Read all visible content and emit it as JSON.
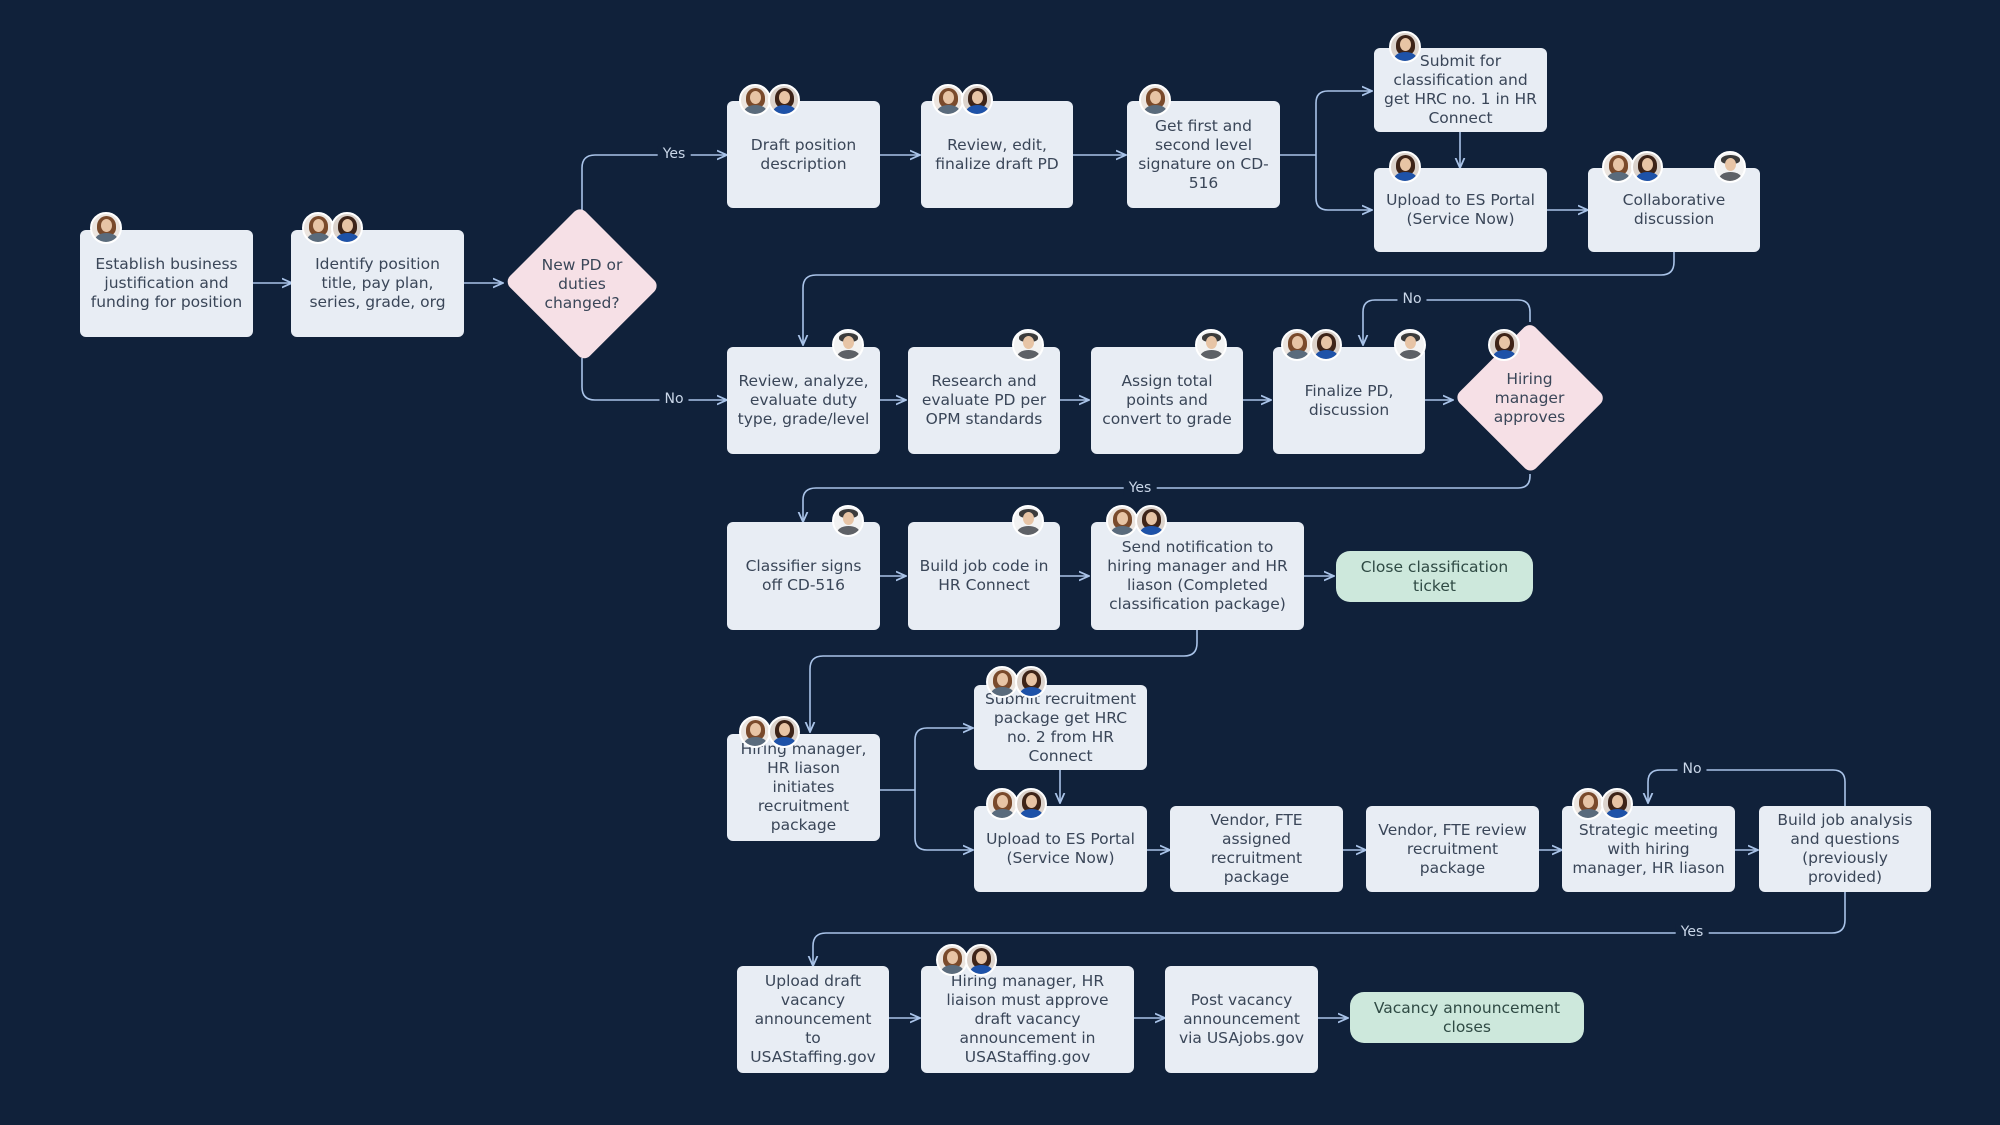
{
  "diagram": {
    "nodes": {
      "n1": "Establish business justification and funding for position",
      "n2": "Identify position title, pay plan, series, grade, org",
      "d1": "New PD or duties changed?",
      "n3": "Draft position description",
      "n4": "Review, edit, finalize draft PD",
      "n5": "Get first and second level signature on CD-516",
      "n6": "Submit for classification and get HRC no. 1 in HR Connect",
      "n7": "Upload to ES Portal (Service Now)",
      "n8": "Collaborative discussion",
      "n9": "Review, analyze, evaluate duty type, grade/level",
      "n10": "Research and evaluate PD per OPM standards",
      "n11": "Assign total points and convert to grade",
      "n12": "Finalize PD, discussion",
      "d2": "Hiring manager approves",
      "n13": "Classifier signs off CD-516",
      "n14": "Build job code in HR Connect",
      "n15": "Send notification to hiring manager and HR liason (Completed classification package)",
      "t1": "Close classification ticket",
      "n16": "Hiring manager, HR liason initiates recruitment package",
      "n17": "Submit recruitment package get HRC no. 2 from HR Connect",
      "n18": "Upload to ES Portal (Service Now)",
      "n19": "Vendor, FTE assigned recruitment package",
      "n20": "Vendor, FTE review recruitment package",
      "n21": "Strategic meeting with hiring manager, HR liason",
      "n22": "Build job analysis and questions (previously provided)",
      "n23": "Upload draft vacancy announcement to USAStaffing.gov",
      "n24": "Hiring manager, HR liaison must approve draft vacancy announcement in USAStaffing.gov",
      "n25": "Post vacancy announcement via USAjobs.gov",
      "t2": "Vacancy announcement closes"
    },
    "edge_labels": {
      "d1_yes": "Yes",
      "d1_no": "No",
      "d2_no": "No",
      "d2_yes": "Yes",
      "n22_no": "No",
      "n22_yes": "Yes"
    },
    "colors": {
      "background": "#10213a",
      "process": "#e8edf4",
      "decision": "#f6e0e6",
      "terminal": "#cde8dc",
      "connector": "#a9c3e8"
    },
    "avatar_icons": [
      "person-avatar-icon"
    ]
  }
}
